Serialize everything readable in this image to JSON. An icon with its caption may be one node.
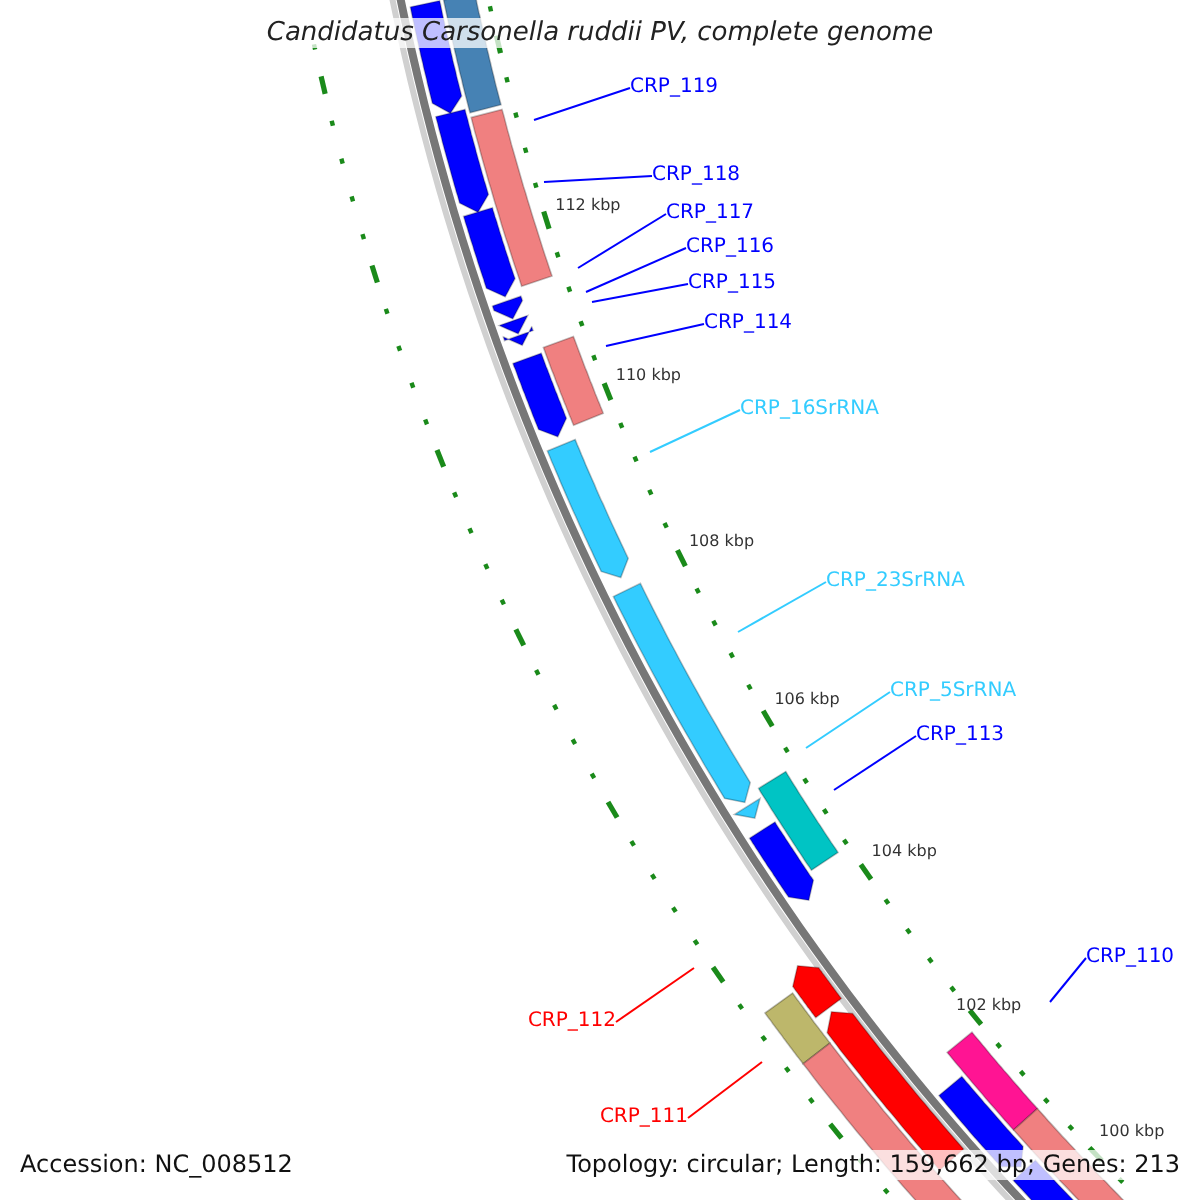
{
  "diagram": {
    "title": "Candidatus Carsonella ruddii PV, complete genome",
    "nodes": [
      {
        "text": [
          "CRP_119"
        ]
      },
      {
        "text": [
          "CRP_118"
        ]
      },
      {
        "text": [
          "CRP_117"
        ]
      },
      {
        "text": [
          "CRP_116"
        ]
      },
      {
        "text": [
          "CRP_115"
        ]
      },
      {
        "text": [
          "CRP_114"
        ]
      },
      {
        "text": [
          "CRP_16SrRNA"
        ]
      },
      {
        "text": [
          "CRP_23SrRNA"
        ]
      },
      {
        "text": [
          "CRP_5SrRNA"
        ]
      },
      {
        "text": [
          "CRP_113"
        ]
      },
      {
        "text": [
          "CRP_110"
        ]
      },
      {
        "text": [
          "CRP_112"
        ]
      },
      {
        "text": [
          "CRP_111"
        ]
      }
    ],
    "edges": [
      {
        "from": 0,
        "to": null,
        "arrow": "none"
      },
      {
        "from": 1,
        "to": null,
        "arrow": "none"
      },
      {
        "from": 2,
        "to": null,
        "arrow": "none"
      },
      {
        "from": 3,
        "to": null,
        "arrow": "none"
      },
      {
        "from": 4,
        "to": null,
        "arrow": "none"
      },
      {
        "from": 5,
        "to": null,
        "arrow": "none"
      },
      {
        "from": 6,
        "to": null,
        "arrow": "none",
        "color": "#33ccff"
      },
      {
        "from": 7,
        "to": null,
        "arrow": "none",
        "color": "#33ccff"
      },
      {
        "from": 8,
        "to": null,
        "arrow": "none",
        "color": "#33ccff"
      },
      {
        "from": 9,
        "to": null,
        "arrow": "none"
      },
      {
        "from": 10,
        "to": null,
        "arrow": "none"
      },
      {
        "from": 11,
        "to": null,
        "arrow": "none",
        "color": "#ff0000"
      },
      {
        "from": 12,
        "to": null,
        "arrow": "none",
        "color": "#ff0000"
      }
    ],
    "labels": [
      "112 kbp",
      "110 kbp",
      "108 kbp",
      "106 kbp",
      "104 kbp",
      "102 kbp",
      "100 kbp",
      "Accession: NC_008512",
      "Topology: circular; Length: 159,662 bp; Genes: 213"
    ]
  }
}
